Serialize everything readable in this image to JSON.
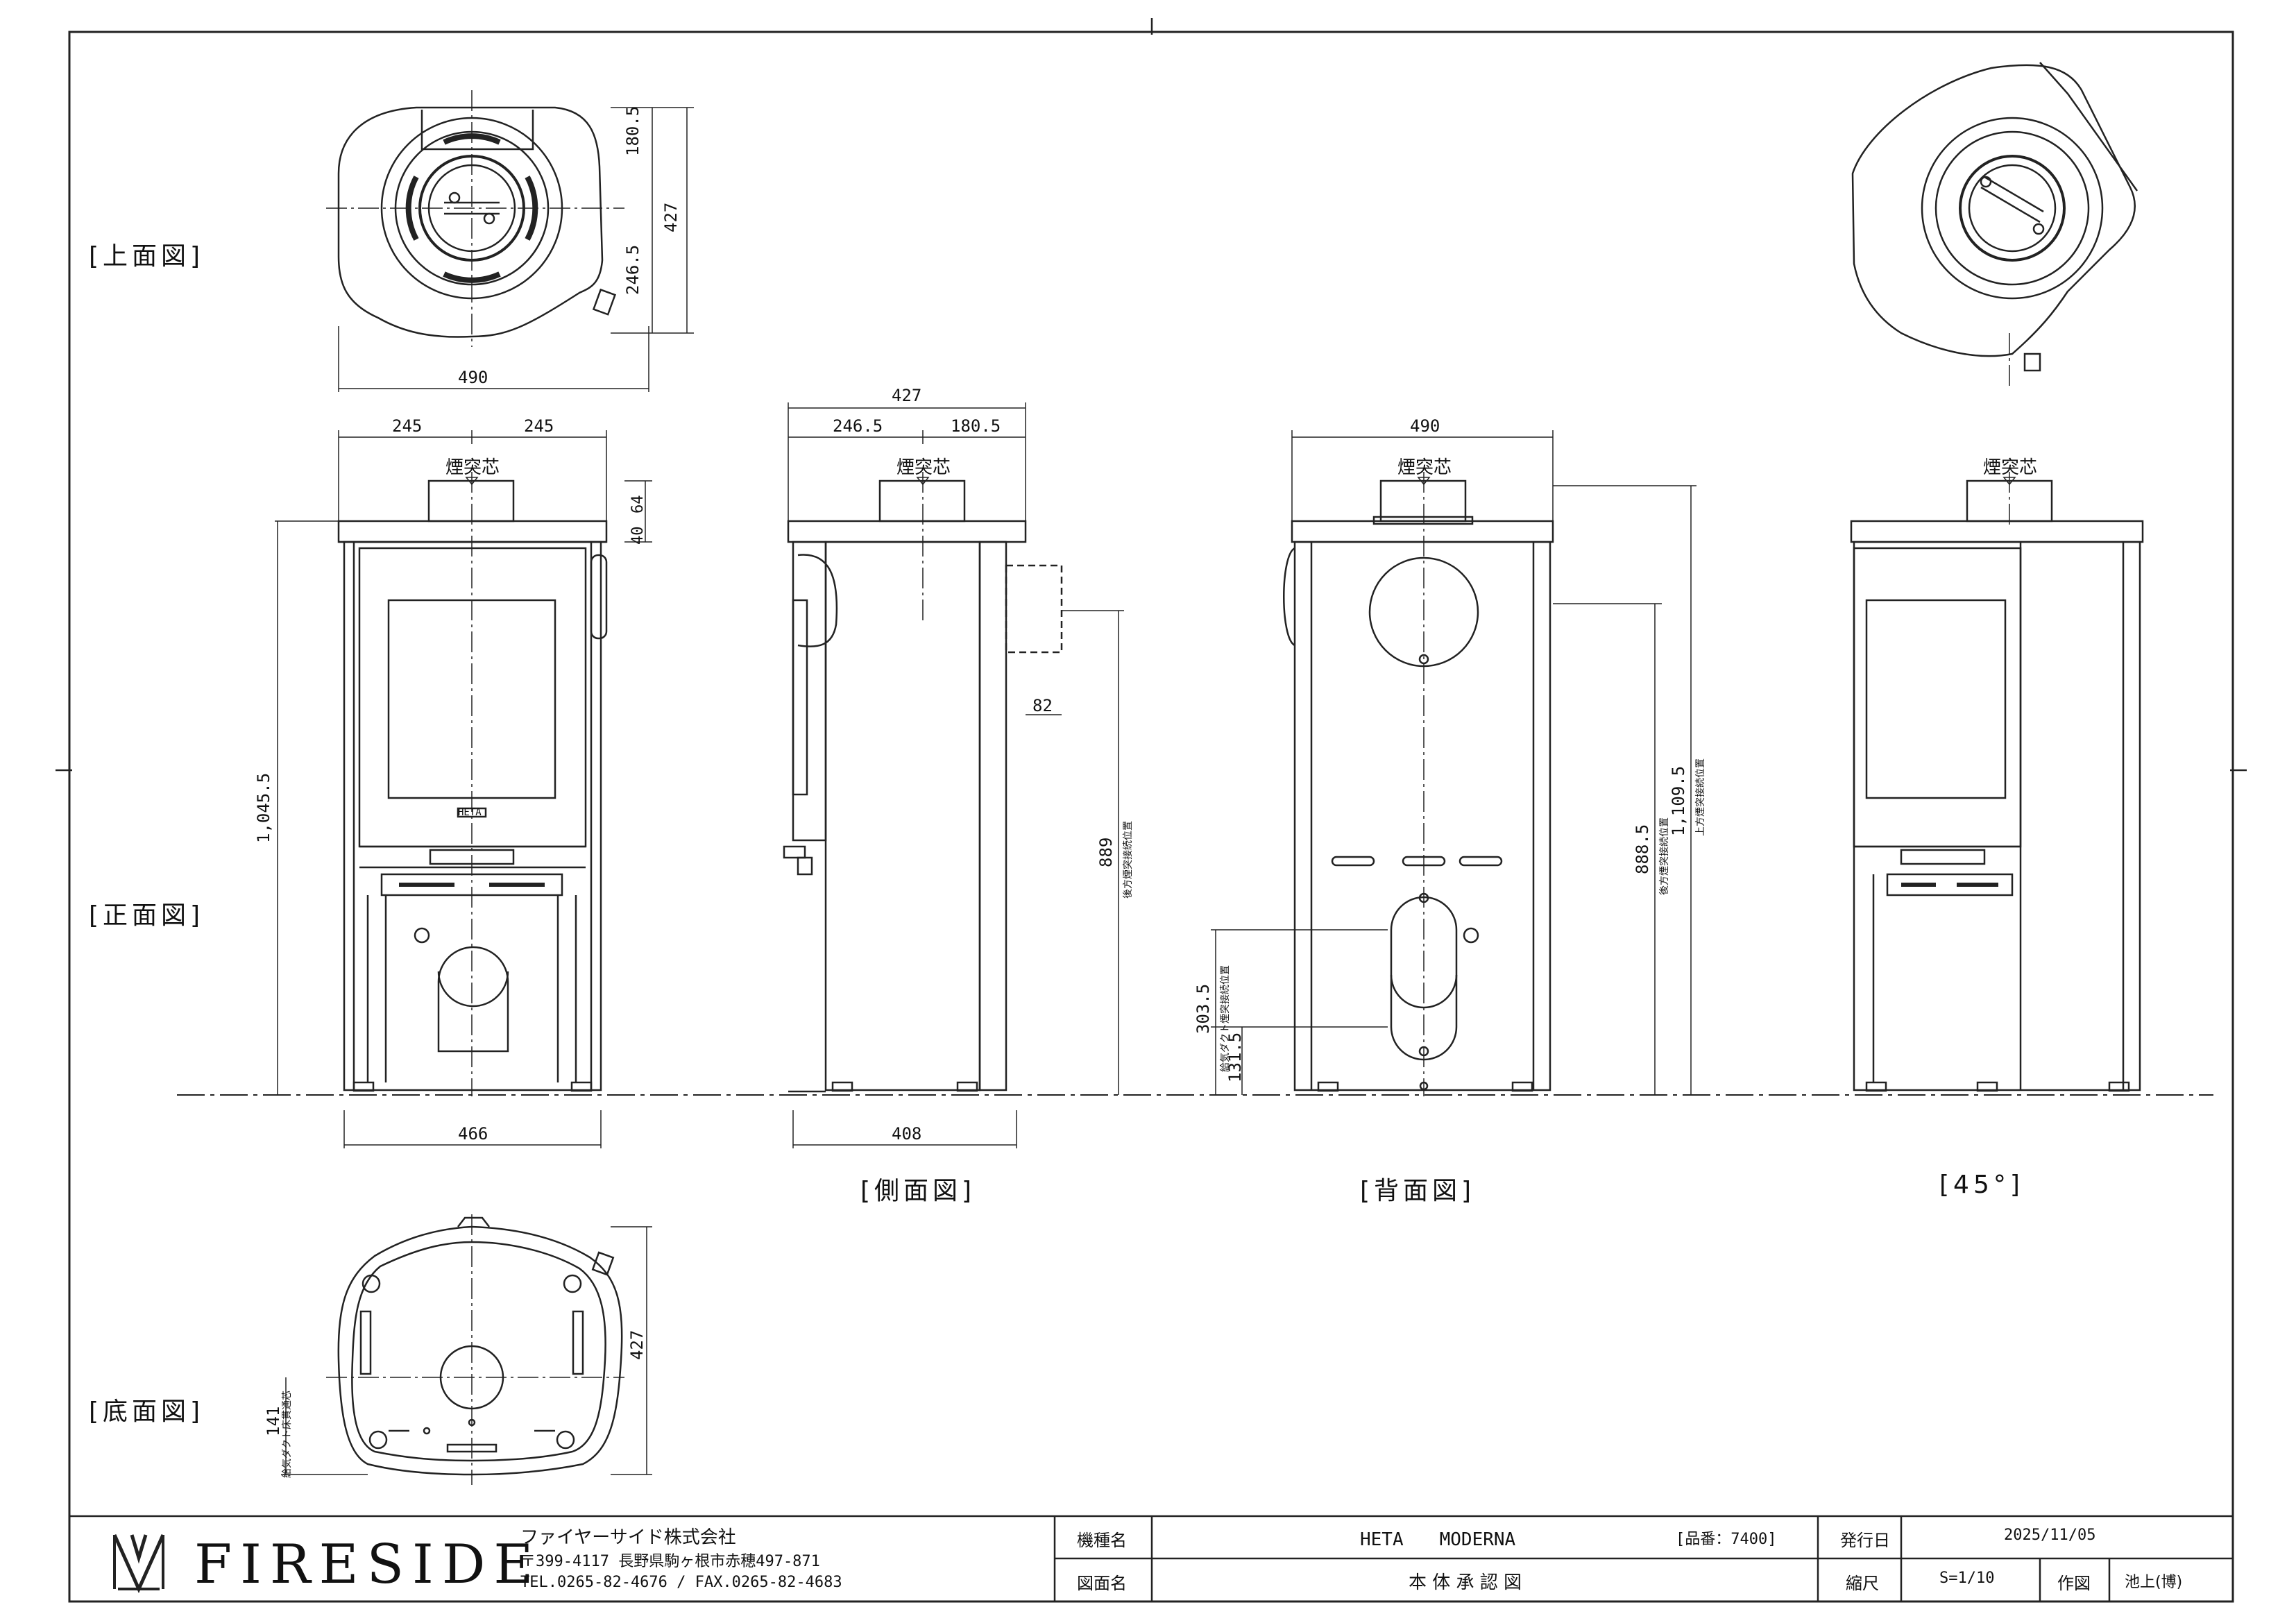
{
  "views": {
    "top": "[上面図]",
    "front": "[正面図]",
    "side": "[側面図]",
    "back": "[背面図]",
    "angle": "[45°]",
    "bottom": "[底面図]"
  },
  "chimney_label": "煙突芯",
  "dims": {
    "top_180": "180.5",
    "top_246": "246.5",
    "top_427": "427",
    "top_490": "490",
    "front_245a": "245",
    "front_245b": "245",
    "front_40": "40",
    "front_64": "64",
    "front_height": "1,045.5",
    "front_466": "466",
    "side_427": "427",
    "side_246": "246.5",
    "side_180": "180.5",
    "side_82": "82",
    "side_889": "889",
    "side_889_note": "後方煙突接続位置",
    "side_408": "408",
    "back_490": "490",
    "back_303": "303.5",
    "back_303_note": "給気ダクト煙突接続位置",
    "back_131": "131.5",
    "back_888": "888.5",
    "back_888_note": "後方煙突接続位置",
    "back_1109": "1,109.5",
    "back_1109_note": "上方煙突接続位置",
    "bottom_427": "427",
    "bottom_141": "141",
    "bottom_141_note": "給気ダクト床貫通芯"
  },
  "stove_badge": "HETA",
  "title_block": {
    "logo": "FIRESIDE",
    "company": "ファイヤーサイド株式会社",
    "address": "〒399-4117 長野県駒ヶ根市赤穂497-871",
    "contact": "TEL.0265-82-4676 / FAX.0265-82-4683",
    "model_label": "機種名",
    "model_value": "HETA　　MODERNA",
    "part_no": "[品番：7400]",
    "issue_label": "発行日",
    "issue_value": "2025/11/05",
    "drawing_label": "図面名",
    "drawing_value": "本 体 承 認 図",
    "scale_label": "縮尺",
    "scale_value": "S=1/10",
    "drawer_label": "作図",
    "drawer_value": "池上(博)"
  }
}
